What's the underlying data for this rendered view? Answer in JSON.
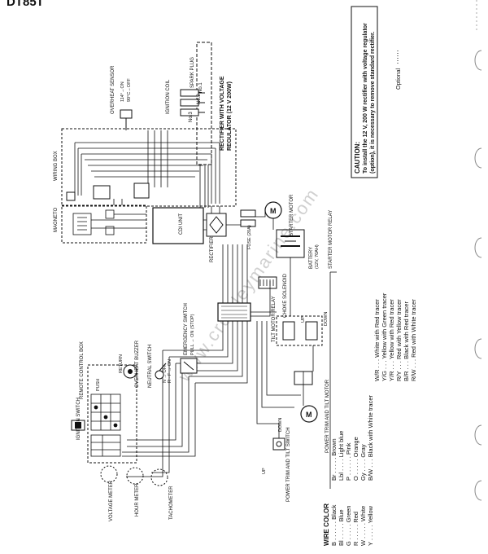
{
  "page": {
    "model": "DT85T",
    "watermark": "www.crowleymarine.com"
  },
  "components": {
    "overheat_sensor": "OVERHEAT SENSOR",
    "sensor_on": "114°→ON",
    "sensor_off": "90°C→OFF",
    "ignition_coil": "IGNITION COIL",
    "spark_plug": "SPARK PLUG",
    "plug_1": "No.1",
    "plug_2": "No.2",
    "plug_3": "No.3",
    "rectifier_note_1": "RECTIFIER WITH VOLTAGE",
    "rectifier_note_2": "REGULATOR (12 V 200W)",
    "wiring_box": "WIRING BOX",
    "magneto": "MAGNETO",
    "cdi_unit": "CDI UNIT",
    "rectifier": "RECTIFIER",
    "fuse": "FUSE (20A)",
    "battery": "BATTERY",
    "battery_spec": "(12V, 70AH)",
    "starter_motor": "STARTER MOTOR",
    "starter_relay": "STARTER MOTOR RELAY",
    "choke_solenoid": "CHOKE SOLENOID",
    "tilt_relay": "TILT MOTOR RELAY",
    "emergency_switch": "EMERGENCY SWITCH",
    "emergency_switch_2": "PULL → ON (STOP)",
    "neutral_switch": "NEUTRAL SWITCH",
    "overheat_buzzer": "OVERHEAT BUZZER",
    "remote_box": "REMOTE CONTROL BOX",
    "push": "PUSH",
    "ignition_switch": "IGNITION SWITCH",
    "voltage_meter": "VOLTAGE METER",
    "hour_meter": "HOUR METER",
    "tachometer": "TACHOMETER",
    "power_trim_motor": "POWER TRIM AND TILT MOTOR",
    "power_trim_switch": "POWER TRIM AND TILT SWITCH",
    "up": "UP",
    "down": "DOWN",
    "return": "RETURN",
    "n_off": "N → OFF",
    "r_f_on": "R · F → ON"
  },
  "caution": {
    "title": "CAUTION:",
    "line1": "To install the 12 V, 200 W rectifier with voltage regulator",
    "line2": "(option), it is necessary to remove standard rectifier."
  },
  "optional_label": "Optional",
  "wire_color": {
    "title": "WIRE COLOR",
    "left": [
      "B . . . . . . Black",
      "Bl . . . . . Blue",
      "G . . . . . Green",
      "R . . . . . Red",
      "W . . . . . White",
      "Y . . . . . Yellow"
    ],
    "middle": [
      "Br . . . . . Brown",
      "Lbl . . . . Light blue",
      "P . . . . . . Pink",
      "O . . . . . Orange",
      "Gy . . . . Gray",
      "B/W . . . Black with White tracer"
    ],
    "right": [
      "W/R . . . White with Red tracer",
      "Y/G . . . Yellow with Green tracer",
      "Y/R . . . Yellow with Red tracer",
      "R/Y . . . Red with Yellow tracer",
      "B/R . . . Black with Red tracer",
      "R/W . . . Red with White tracer"
    ]
  }
}
